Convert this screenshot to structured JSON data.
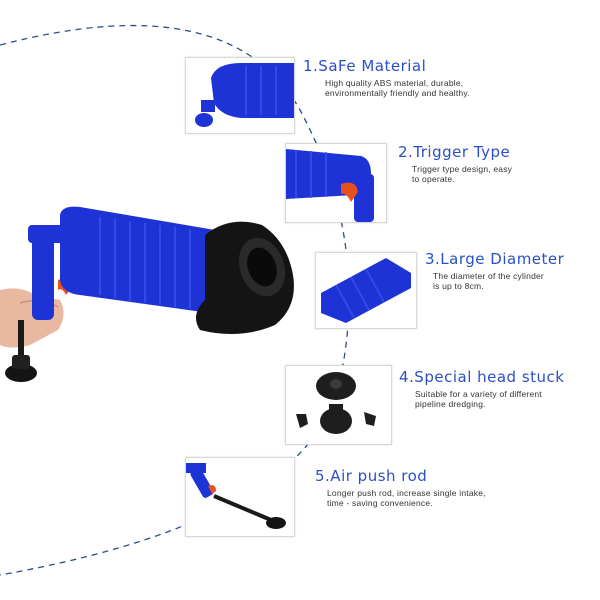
{
  "colors": {
    "accent": "#2b4fc7",
    "plunger_blue": "#1d33d6",
    "rubber_black": "#141414",
    "trigger_orange": "#e8501e",
    "dashed_line": "#2a4f8a"
  },
  "features": [
    {
      "title": "1.SaFe Material",
      "desc": "High quality ABS material, durable,\nenvironmentally friendly and healthy."
    },
    {
      "title": "2.Trigger Type",
      "desc": "Trigger type design, easy\nto operate."
    },
    {
      "title": "3.Large Diameter",
      "desc": "The diameter of the cylinder\n is up to 8cm."
    },
    {
      "title": "4.Special head stuck",
      "desc": "Suitable for a variety of different\npipeline dredging."
    },
    {
      "title": "5.Air push rod",
      "desc": "Longer push rod, increase single intake,\ntime - saving convenience."
    }
  ]
}
